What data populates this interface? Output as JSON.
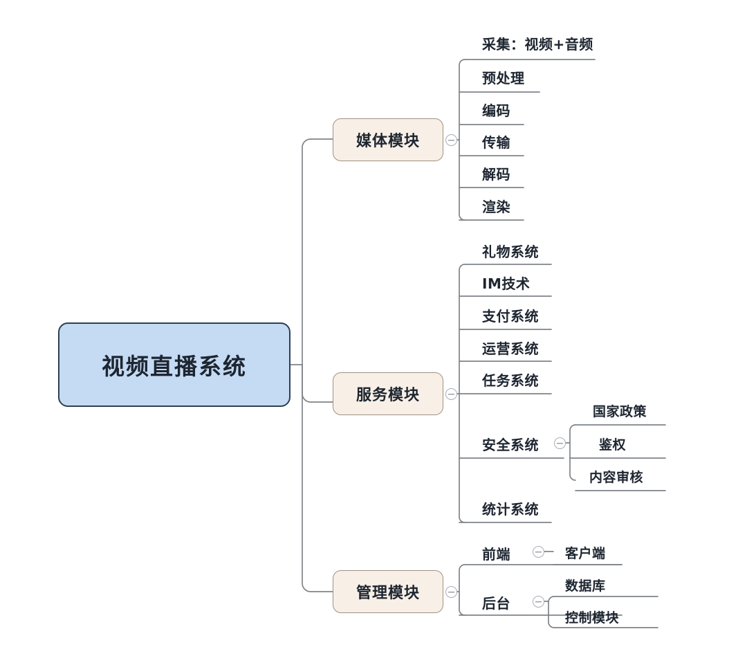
{
  "diagram": {
    "title": "视频直播系统",
    "type": "mind-map",
    "colors": {
      "root_fill": "#c5dbf4",
      "root_border": "#2f3e50",
      "module_fill": "#f8efe6",
      "module_border": "#9d9084",
      "edge": "#7f8489",
      "text": "#1d2530",
      "background": "#ffffff"
    },
    "toggle_icon": "collapse-minus-icon",
    "root": {
      "label": "视频直播系统",
      "children": [
        {
          "label": "媒体模块",
          "collapsible": true,
          "children": [
            {
              "label": "采集：视频+音频"
            },
            {
              "label": "预处理"
            },
            {
              "label": "编码"
            },
            {
              "label": "传输"
            },
            {
              "label": "解码"
            },
            {
              "label": "渲染"
            }
          ]
        },
        {
          "label": "服务模块",
          "collapsible": true,
          "children": [
            {
              "label": "礼物系统"
            },
            {
              "label": "IM技术"
            },
            {
              "label": "支付系统"
            },
            {
              "label": "运营系统"
            },
            {
              "label": "任务系统"
            },
            {
              "label": "安全系统",
              "collapsible": true,
              "children": [
                {
                  "label": "国家政策"
                },
                {
                  "label": "鉴权"
                },
                {
                  "label": "内容审核"
                }
              ]
            },
            {
              "label": "统计系统"
            }
          ]
        },
        {
          "label": "管理模块",
          "collapsible": true,
          "children": [
            {
              "label": "前端",
              "collapsible": true,
              "children": [
                {
                  "label": "客户端"
                }
              ]
            },
            {
              "label": "后台",
              "collapsible": true,
              "children": [
                {
                  "label": "数据库"
                },
                {
                  "label": "控制模块"
                }
              ]
            }
          ]
        }
      ]
    }
  }
}
